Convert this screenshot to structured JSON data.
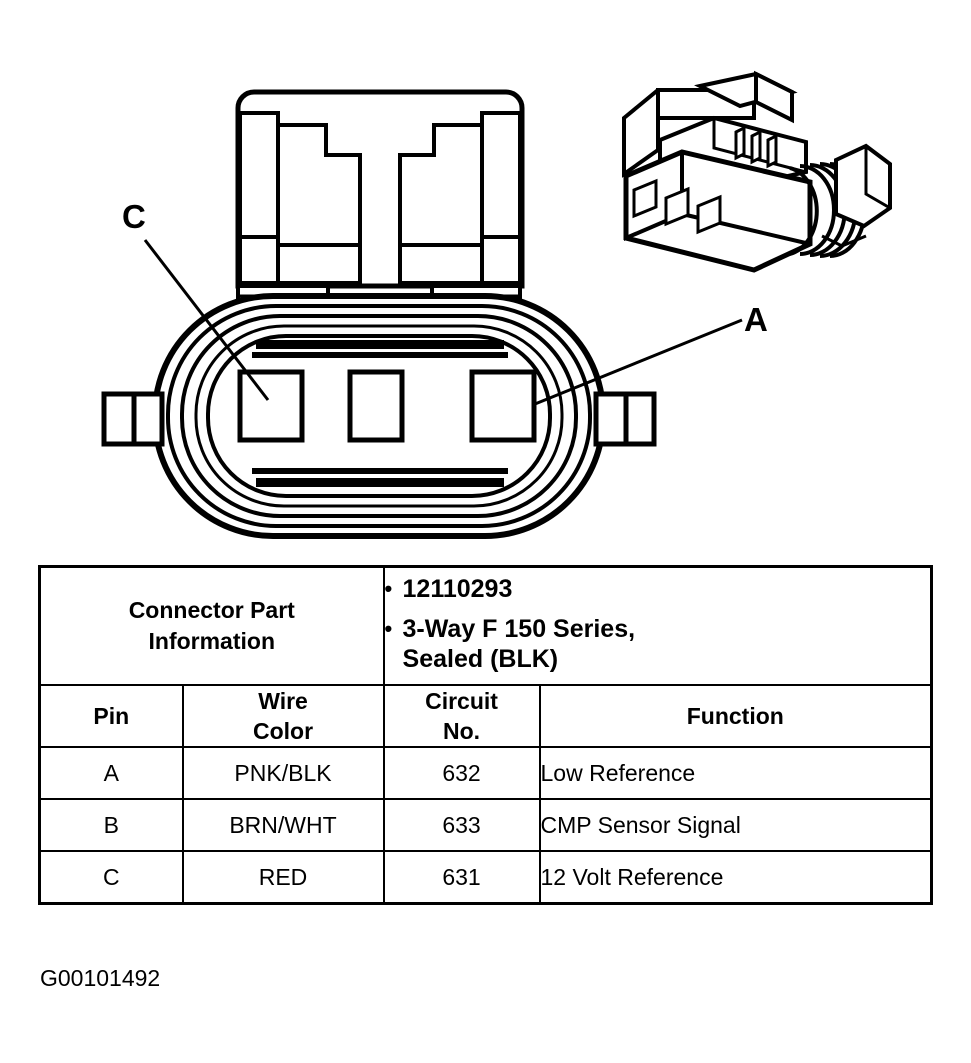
{
  "figure": {
    "front_view_name": "connector-front-view",
    "iso_view_name": "connector-isometric-view",
    "callouts": [
      {
        "label": "C",
        "pin": "C",
        "position": "left"
      },
      {
        "label": "A",
        "pin": "A",
        "position": "right"
      }
    ],
    "cavity_count": 3,
    "figure_id": "G00101492"
  },
  "table": {
    "part_info": {
      "label": "Connector Part\nInformation",
      "label_line1": "Connector Part",
      "label_line2": "Information",
      "bullet_marker": "•",
      "bullets": [
        "12110293",
        "3-Way F 150 Series,\nSealed (BLK)"
      ],
      "bullet_1": "12110293",
      "bullet_2_line1": "3-Way F 150 Series,",
      "bullet_2_line2": "Sealed (BLK)"
    },
    "headers": {
      "pin_line1": "Pin",
      "pin_line2": "",
      "wire_line1": "Wire",
      "wire_line2": "Color",
      "circuit_line1": "Circuit",
      "circuit_line2": "No.",
      "function_line1": "Function",
      "function_line2": ""
    },
    "columns": [
      "Pin",
      "Wire Color",
      "Circuit No.",
      "Function"
    ],
    "rows": [
      {
        "pin": "A",
        "wire_color": "PNK/BLK",
        "circuit_no": "632",
        "function": "Low Reference"
      },
      {
        "pin": "B",
        "wire_color": "BRN/WHT",
        "circuit_no": "633",
        "function": "CMP Sensor Signal"
      },
      {
        "pin": "C",
        "wire_color": "RED",
        "circuit_no": "631",
        "function": "12 Volt Reference"
      }
    ]
  },
  "colors": {
    "line": "#000000",
    "background": "#ffffff"
  }
}
